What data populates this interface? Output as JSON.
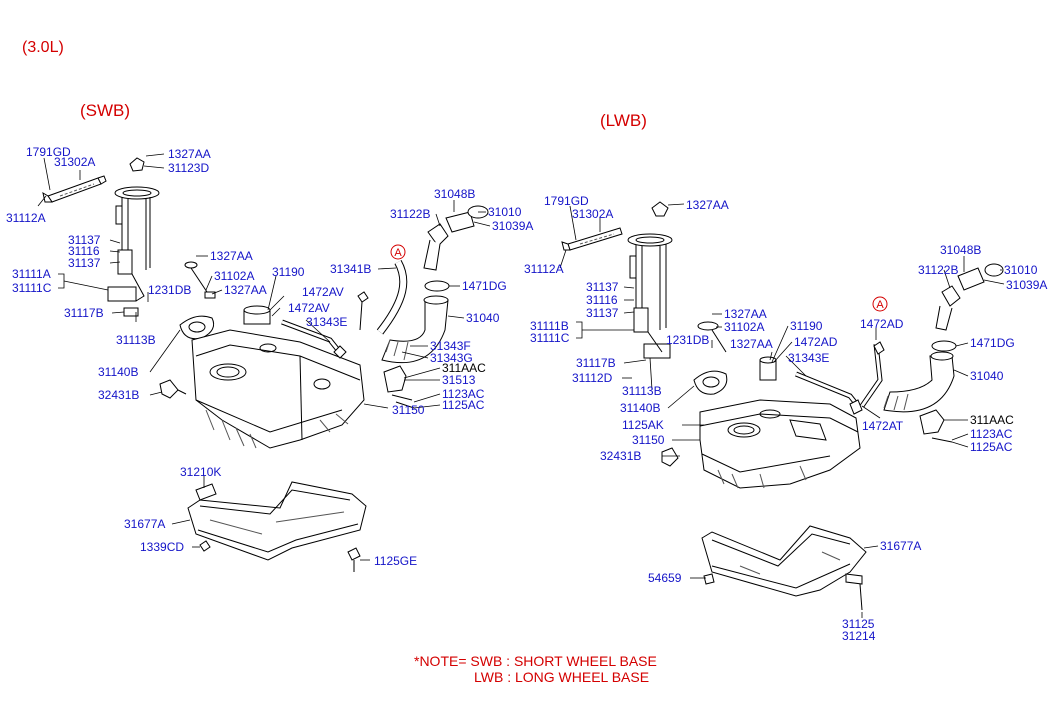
{
  "colors": {
    "heading": "#d40000",
    "label": "#1414c8",
    "plain": "#000000",
    "line": "#000000",
    "hatch": "#555555"
  },
  "headings": {
    "engine": "(3.0L)",
    "swb": "(SWB)",
    "lwb": "(LWB)"
  },
  "marker": "A",
  "note": {
    "line1": "*NOTE= SWB : SHORT WHEEL BASE",
    "line2": "LWB : LONG WHEEL BASE"
  },
  "swb_labels": [
    "1791GD",
    "31302A",
    "31112A",
    "1327AA",
    "31123D",
    "31137",
    "31116",
    "31137",
    "31111A",
    "31111C",
    "1327AA",
    "31102A",
    "1327AA",
    "1231DB",
    "31117B",
    "31113B",
    "31190",
    "1472AV",
    "1472AV",
    "31343E",
    "31140B",
    "32431B",
    "31341B",
    "31048B",
    "31122B",
    "31010",
    "31039A",
    "1471DG",
    "31040",
    "31343F",
    "31343G",
    "311AAC",
    "31513",
    "1123AC",
    "1125AC",
    "31150",
    "31210K",
    "31677A",
    "1339CD",
    "1125GE"
  ],
  "lwb_labels": [
    "1791GD",
    "31302A",
    "31112A",
    "1327AA",
    "31137",
    "31116",
    "31137",
    "31111B",
    "31111C",
    "1327AA",
    "31102A",
    "31190",
    "1327AA",
    "1472AD",
    "1231DB",
    "31343E",
    "31117B",
    "31112D",
    "31113B",
    "31140B",
    "1125AK",
    "31150",
    "32431B",
    "1472AD",
    "31048B",
    "31122B",
    "31010",
    "31039A",
    "1471DG",
    "31040",
    "1472AT",
    "311AAC",
    "1123AC",
    "1125AC",
    "31677A",
    "54659",
    "31125",
    "31214"
  ]
}
